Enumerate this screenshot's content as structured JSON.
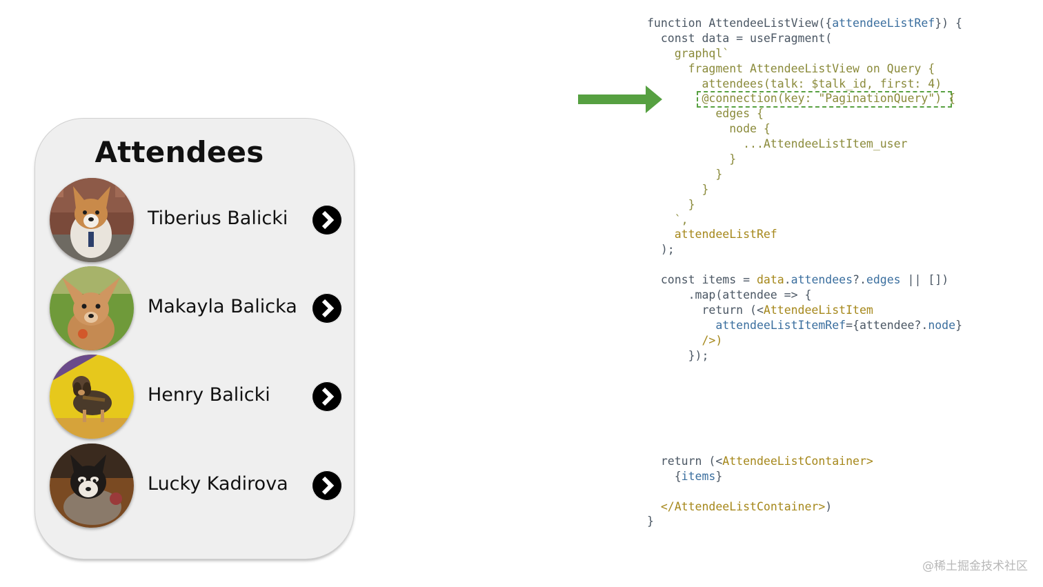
{
  "phone": {
    "title": "Attendees",
    "attendees": [
      {
        "name": "Tiberius Balicki",
        "avatar": "corgi-photo"
      },
      {
        "name": "Makayla Balicka",
        "avatar": "chihuahua-photo"
      },
      {
        "name": "Henry Balicki",
        "avatar": "beagle-photo"
      },
      {
        "name": "Lucky Kadirova",
        "avatar": "husky-puppy-photo"
      }
    ],
    "row_icon": "chevron-right-circle-icon"
  },
  "arrow": {
    "icon": "arrow-right-icon",
    "color": "#56a041"
  },
  "code": {
    "lines": [
      [
        {
          "t": "function AttendeeListView({",
          "c": "c-fn"
        },
        {
          "t": "attendeeListRef",
          "c": "c-blue"
        },
        {
          "t": "}) {",
          "c": "c-fn"
        }
      ],
      [
        {
          "t": "  const data = useFragment(",
          "c": "c-kw"
        }
      ],
      [
        {
          "t": "    graphql`",
          "c": "c-olive"
        }
      ],
      [
        {
          "t": "      fragment AttendeeListView on Query {",
          "c": "c-olive"
        }
      ],
      [
        {
          "t": "        attendees(talk: $talk_id, first: 4)",
          "c": "c-olive"
        }
      ],
      [
        {
          "t": "        @connection(key: \"PaginationQuery\") {",
          "c": "c-olive"
        }
      ],
      [
        {
          "t": "          edges {",
          "c": "c-olive"
        }
      ],
      [
        {
          "t": "            node {",
          "c": "c-olive"
        }
      ],
      [
        {
          "t": "              ...AttendeeListItem_user",
          "c": "c-olive"
        }
      ],
      [
        {
          "t": "            }",
          "c": "c-olive"
        }
      ],
      [
        {
          "t": "          }",
          "c": "c-olive"
        }
      ],
      [
        {
          "t": "        }",
          "c": "c-olive"
        }
      ],
      [
        {
          "t": "      }",
          "c": "c-olive"
        }
      ],
      [
        {
          "t": "    `,",
          "c": "c-olive"
        }
      ],
      [
        {
          "t": "    attendeeListRef",
          "c": "c-mustard"
        }
      ],
      [
        {
          "t": "  );",
          "c": "c-kw"
        }
      ],
      [
        {
          "t": "",
          "c": "c-kw"
        }
      ],
      [
        {
          "t": "  const items = ",
          "c": "c-kw"
        },
        {
          "t": "data",
          "c": "c-mustard"
        },
        {
          "t": ".",
          "c": "c-kw"
        },
        {
          "t": "attendees",
          "c": "c-blue"
        },
        {
          "t": "?.",
          "c": "c-kw"
        },
        {
          "t": "edges",
          "c": "c-blue"
        },
        {
          "t": " || ",
          "c": "c-kw"
        },
        {
          "t": "[])",
          "c": "c-kw"
        }
      ],
      [
        {
          "t": "      .map(attendee => {",
          "c": "c-kw"
        }
      ],
      [
        {
          "t": "        return (<",
          "c": "c-kw"
        },
        {
          "t": "AttendeeListItem",
          "c": "c-mustard"
        }
      ],
      [
        {
          "t": "          ",
          "c": "c-kw"
        },
        {
          "t": "attendeeListItemRef",
          "c": "c-blue"
        },
        {
          "t": "={attendee?.",
          "c": "c-kw"
        },
        {
          "t": "node",
          "c": "c-blue"
        },
        {
          "t": "}",
          "c": "c-kw"
        }
      ],
      [
        {
          "t": "        />)",
          "c": "c-mustard"
        }
      ],
      [
        {
          "t": "      });",
          "c": "c-kw"
        }
      ],
      [
        {
          "t": "",
          "c": "c-kw"
        }
      ],
      [
        {
          "t": "",
          "c": "c-kw"
        }
      ],
      [
        {
          "t": "",
          "c": "c-kw"
        }
      ],
      [
        {
          "t": "",
          "c": "c-kw"
        }
      ],
      [
        {
          "t": "",
          "c": "c-kw"
        }
      ],
      [
        {
          "t": "",
          "c": "c-kw"
        }
      ],
      [
        {
          "t": "  return (<",
          "c": "c-kw"
        },
        {
          "t": "AttendeeListContainer>",
          "c": "c-mustard"
        }
      ],
      [
        {
          "t": "    {",
          "c": "c-kw"
        },
        {
          "t": "items",
          "c": "c-blue"
        },
        {
          "t": "}",
          "c": "c-kw"
        }
      ],
      [
        {
          "t": "",
          "c": "c-kw"
        }
      ],
      [
        {
          "t": "  </",
          "c": "c-mustard"
        },
        {
          "t": "AttendeeListContainer>",
          "c": "c-mustard"
        },
        {
          "t": ")",
          "c": "c-kw"
        }
      ],
      [
        {
          "t": "}",
          "c": "c-kw"
        }
      ]
    ]
  },
  "watermark": "@稀土掘金技术社区",
  "colors": {
    "card_bg": "#efefef",
    "highlight": "#57a040"
  }
}
